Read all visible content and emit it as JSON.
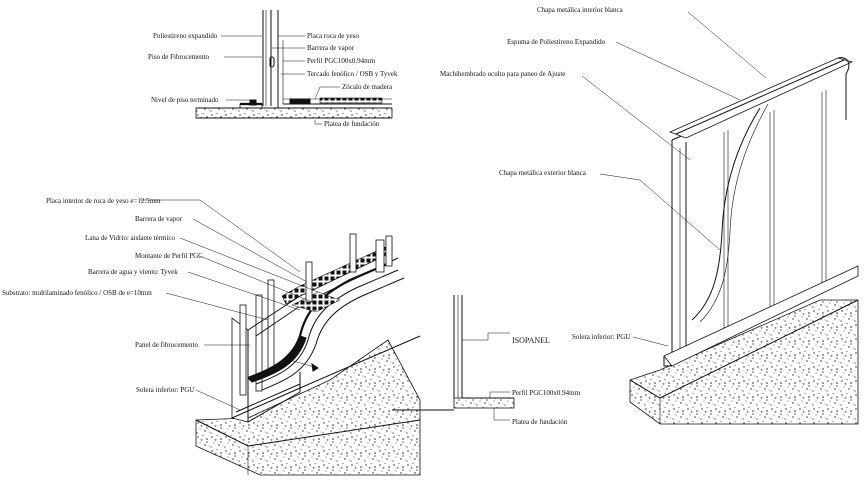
{
  "detail_top": {
    "left_labels": {
      "polystyrene": "Poliestireno expandido",
      "fiber_cement": "Piso de Fibrocemento",
      "floor_level": "Nivel de piso terminado"
    },
    "right_labels": {
      "gypsum_plate": "Placa roca de yeso",
      "vapor_barrier": "Barrera de vapor",
      "profile": "Perfil PGC100x0.94mm",
      "phenolic_board": "Tercado fenólico / OSB y Tyvek",
      "baseboard": "Zócalo de madera",
      "foundation": "Platea de fundación"
    }
  },
  "detail_iso": {
    "labels": {
      "interior_plate": "Placa interior de roca de yeso e=12.5mm",
      "vapor_barrier": "Barrera de vapor",
      "glass_wool": "Lana de Vidrio: aislante térmico",
      "pgc_mount": "Montante de Perfil PGC",
      "water_barrier": "Barrera de agua y viento: Tyvek",
      "substrate": "Substrato: multilaminado fenólico / OSB de e=10mm",
      "fiber_panel": "Panel de fibrocemento",
      "solera": "Solera inferior: PGU"
    }
  },
  "detail_section": {
    "labels": {
      "isopanel": "ISOPANEL",
      "profile": "Perfil PGC100x0.94mm",
      "foundation": "Platea de fundación"
    }
  },
  "detail_panel": {
    "labels": {
      "steel_inner": "Chapa metálica interior blanca",
      "foam": "Espuma de Poliestireno Expandido",
      "hidden_joint": "Machihembrado oculto para paneo de Ajuste",
      "steel_outer": "Chapa metálica exterior blanca",
      "solera": "Solera inferior: PGU"
    }
  }
}
